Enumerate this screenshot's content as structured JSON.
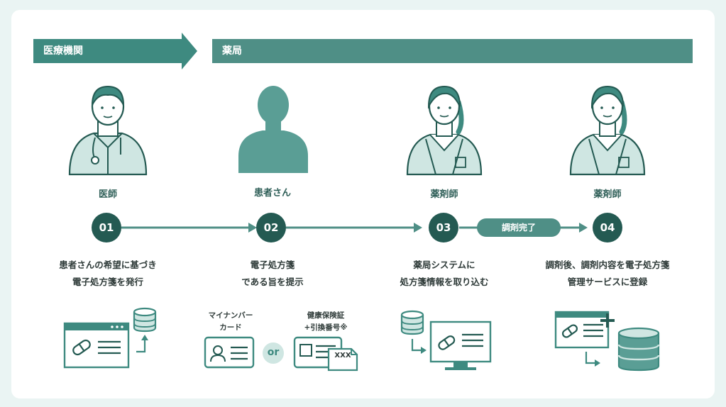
{
  "header": {
    "institution_label": "医療機関",
    "pharmacy_label": "薬局"
  },
  "roles": [
    "医師",
    "患者さん",
    "薬剤師",
    "薬剤師"
  ],
  "steps": [
    {
      "num": "01",
      "line1": "患者さんの希望に基づき",
      "line2": "電子処方箋を発行"
    },
    {
      "num": "02",
      "line1": "電子処方箋",
      "line2": "である旨を提示"
    },
    {
      "num": "03",
      "line1": "薬局システムに",
      "line2": "処方箋情報を取り込む"
    },
    {
      "num": "04",
      "line1": "調剤後、調剤内容を電子処方箋",
      "line2": "管理サービスに登録"
    }
  ],
  "completion_label": "調剤完了",
  "id_options": {
    "mynumber_line1": "マイナンバー",
    "mynumber_line2": "カード",
    "or_label": "or",
    "insurance_line1": "健康保険証",
    "insurance_line2": "+引換番号※",
    "xxx_label": "XXX"
  },
  "colors": {
    "primary": "#3e8a80",
    "dark": "#245a52",
    "light": "#cfe6e2",
    "background": "#eaf4f3"
  }
}
